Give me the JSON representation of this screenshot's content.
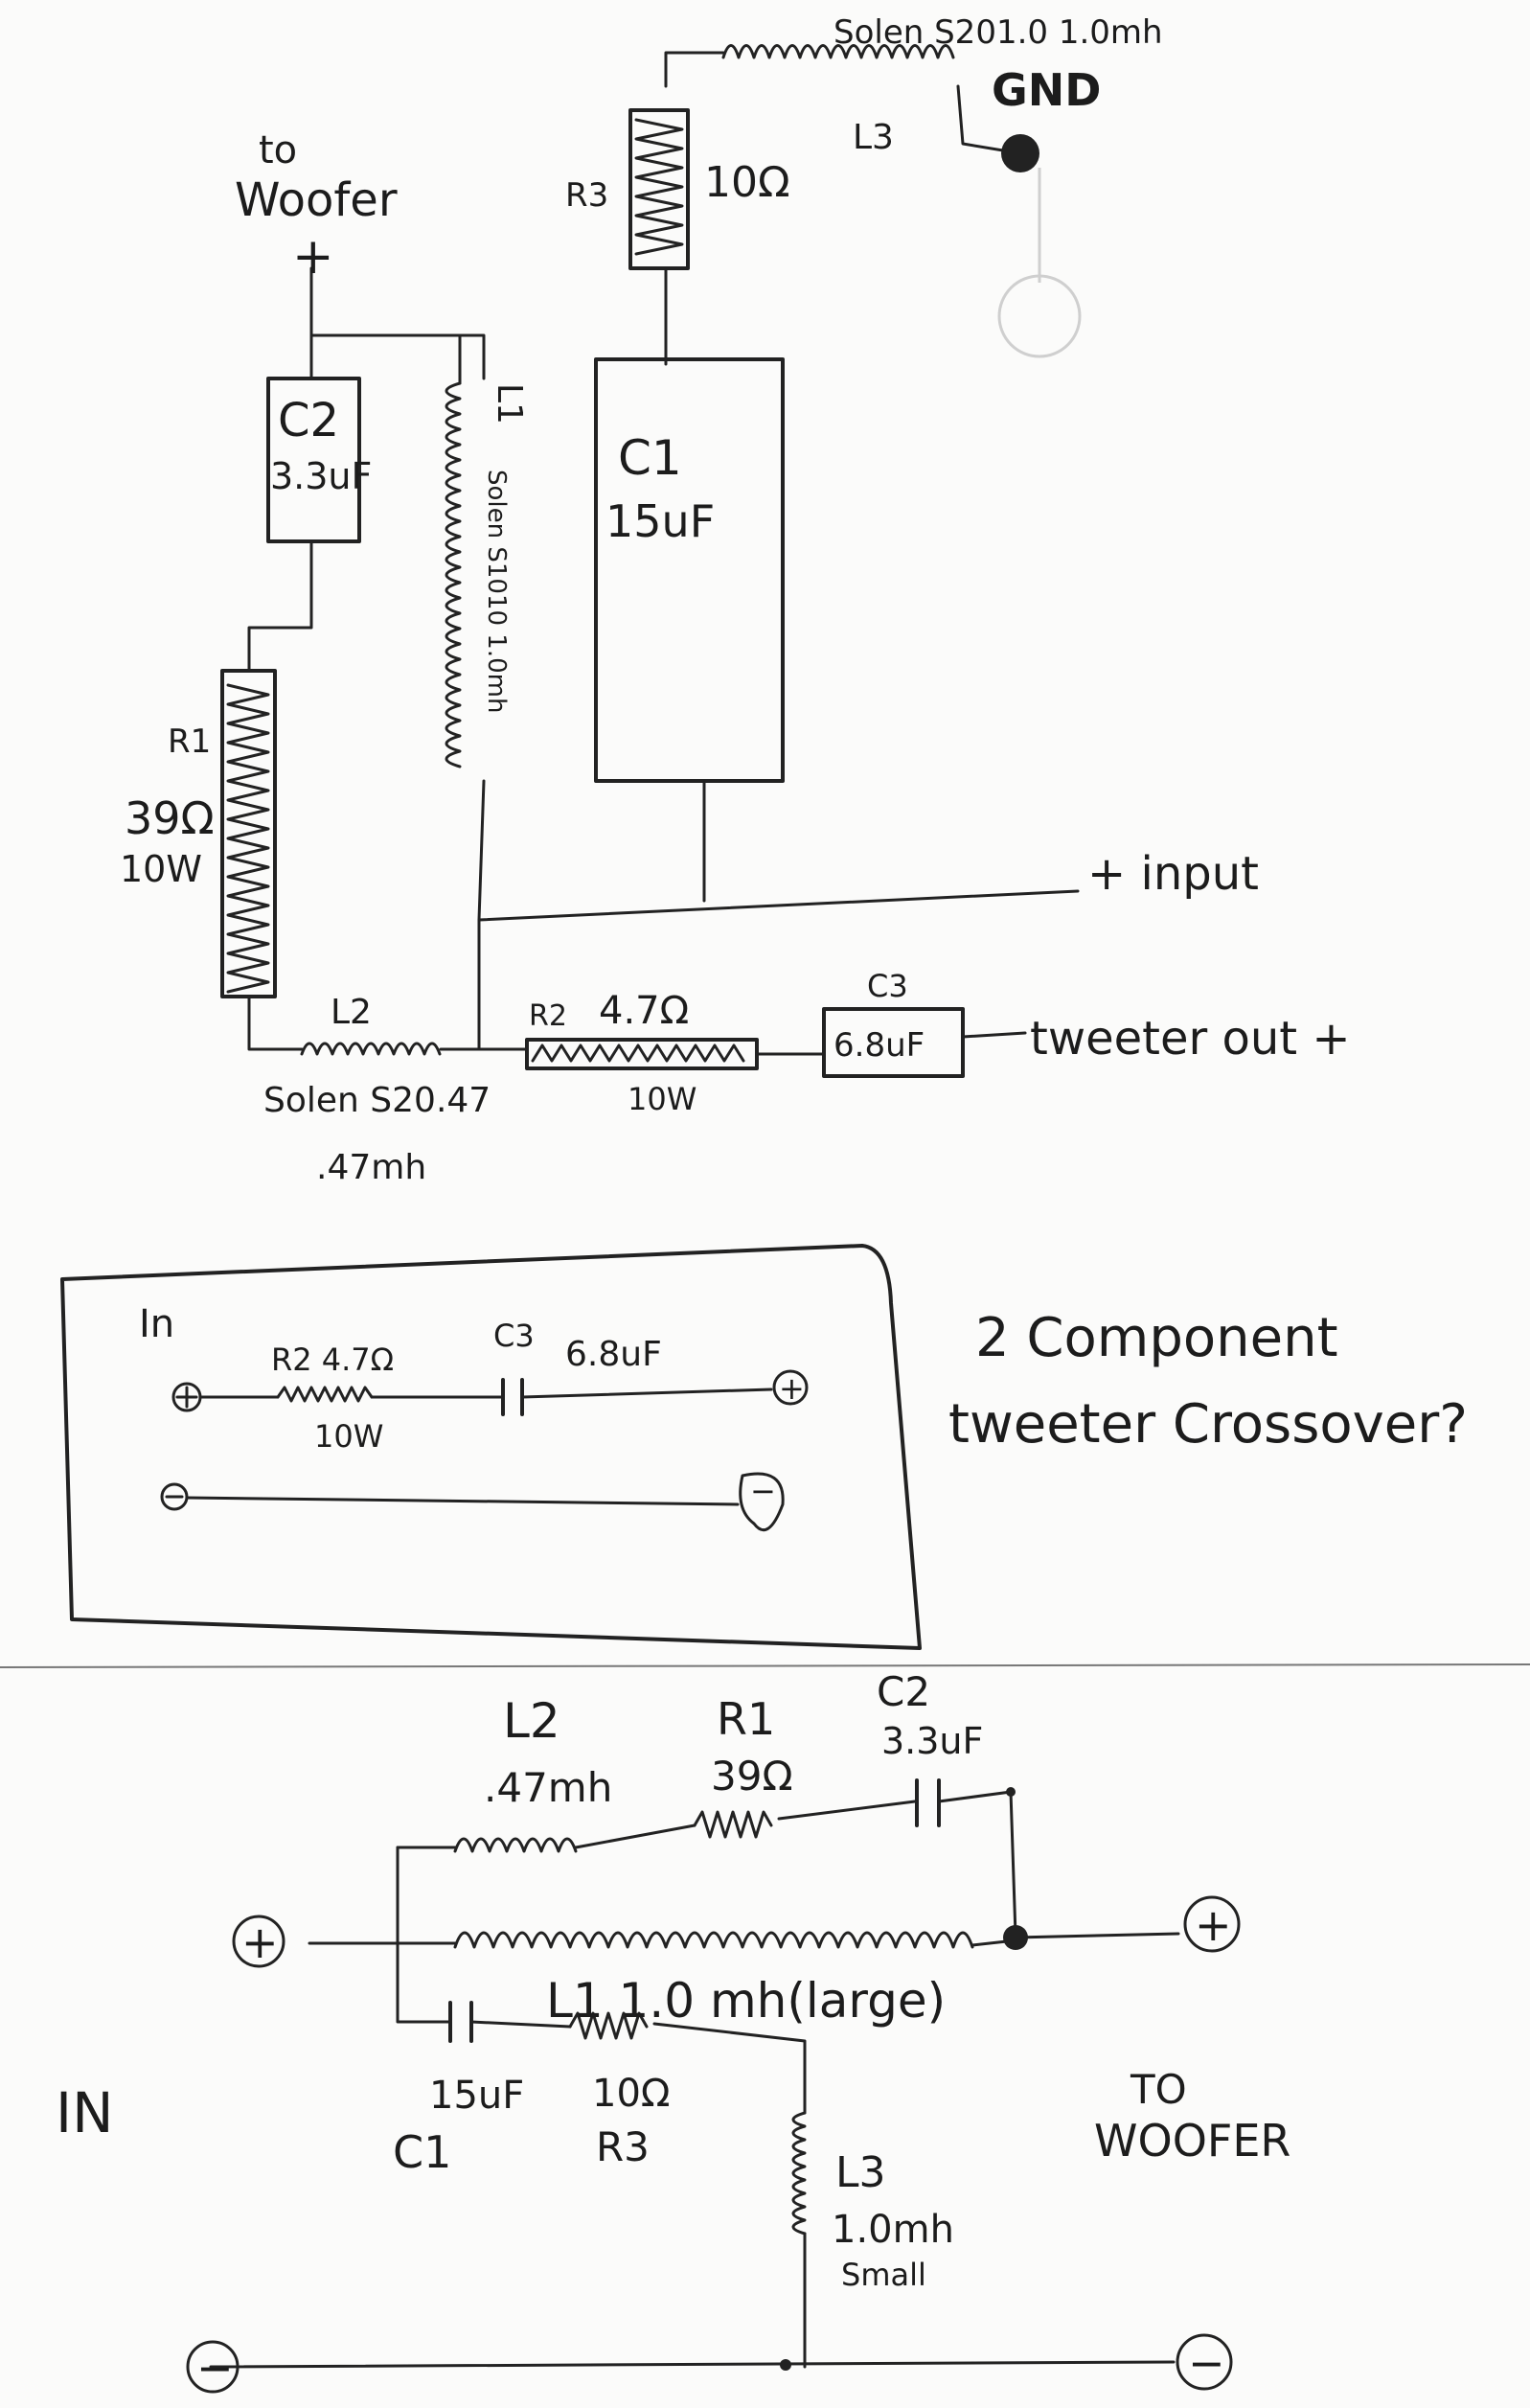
{
  "top_schematic": {
    "woofer_to": "to",
    "woofer_label": "Woofer",
    "woofer_plus": "+",
    "l3_spec": "Solen S201.0 1.0mh",
    "gnd": "GND",
    "l3_name": "L3",
    "r3_name": "R3",
    "r3_value": "10Ω",
    "c2_name": "C2",
    "c2_value": "3.3uF",
    "l1_name": "L1",
    "l1_spec": "Solen S1010 1.0mh",
    "c1_name": "C1",
    "c1_value": "15uF",
    "r1_name": "R1",
    "r1_value": "39Ω",
    "r1_watts": "10W",
    "input_label": "+ input",
    "l2_name": "L2",
    "l2_spec": "Solen S20.47",
    "l2_value": ".47mh",
    "r2_name": "R2",
    "r2_value": "4.7Ω",
    "r2_watts": "10W",
    "c3_name": "C3",
    "c3_value": "6.8uF",
    "tweeter_out": "tweeter out +"
  },
  "tweeter_box": {
    "in_label": "In",
    "r2_label": "R2 4.7Ω",
    "r2_watts": "10W",
    "c3_name": "C3",
    "c3_value": "6.8uF",
    "plus_terminal": "+",
    "minus_terminal": "−",
    "note_line1": "2 Component",
    "note_line2": "tweeter Crossover?"
  },
  "woofer_schematic": {
    "l2_name": "L2",
    "l2_value": ".47mh",
    "r1_name": "R1",
    "r1_value": "39Ω",
    "c2_name": "C2",
    "c2_value": "3.3uF",
    "l1_label": "L1 1.0 mh(large)",
    "c1_value": "15uF",
    "c1_name": "C1",
    "r3_value": "10Ω",
    "r3_name": "R3",
    "l3_name": "L3",
    "l3_value": "1.0mh",
    "l3_note": "Small",
    "in_label": "IN",
    "to_label": "TO",
    "woofer_label": "WOOFER",
    "plus_terminal": "+",
    "minus_terminal": "−"
  }
}
